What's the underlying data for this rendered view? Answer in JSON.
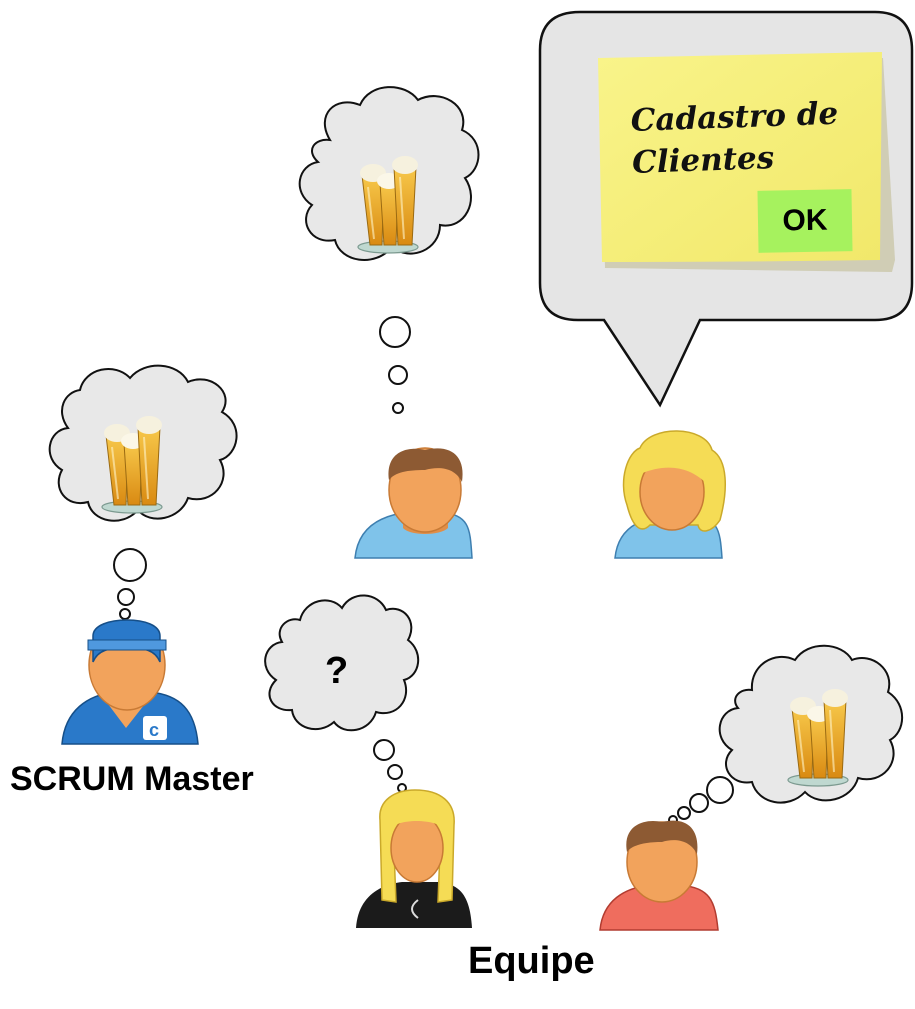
{
  "labels": {
    "scrum_master": "SCRUM Master",
    "team": "Equipe",
    "question": "?"
  },
  "sticky_note": {
    "text_line1": "Cadastro de",
    "text_line2": "Clientes",
    "status": "OK"
  },
  "icons": {
    "beer": "beer-glasses-icon",
    "person": "person-avatar-icon"
  },
  "colors": {
    "note": "#f7f17c",
    "ok_badge": "#a6f25e",
    "speech_bubble": "#e5e5e5",
    "thought_cloud": "#e8e8e8",
    "skin": "#f2a35c",
    "shirt_blue": "#7fc3ea",
    "shirt_red": "#ef6d5e",
    "shirt_black": "#1b1b1b",
    "hair_brown": "#8d5a33",
    "hair_blonde": "#f5dc55",
    "cap_blue": "#2a79c9"
  }
}
